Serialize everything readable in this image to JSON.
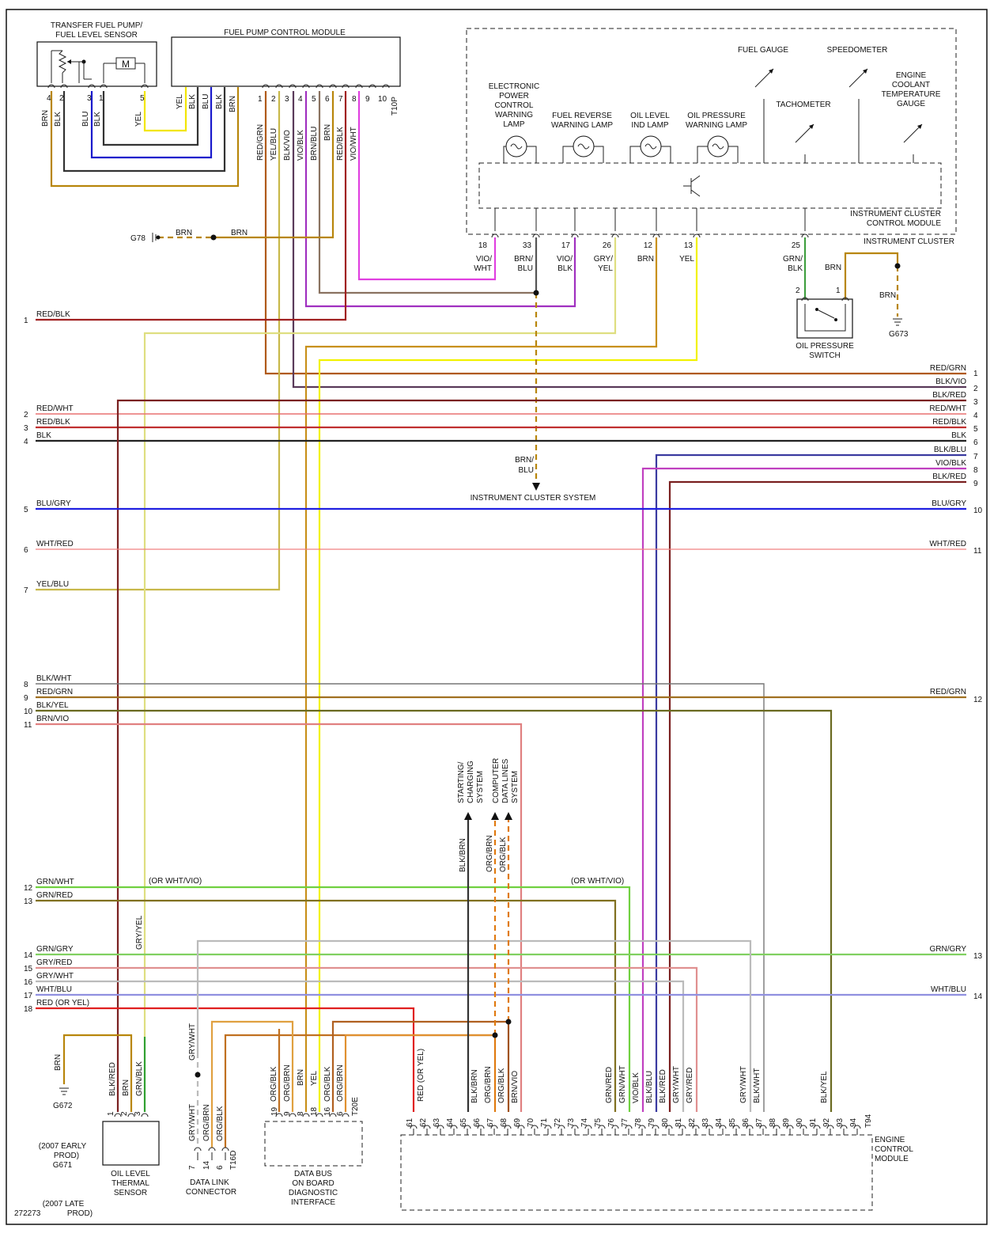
{
  "diagram_id": "272273",
  "components": {
    "transfer_pump": {
      "title1": "TRANSFER FUEL PUMP/",
      "title2": "FUEL LEVEL SENSOR",
      "motor": "M",
      "pins": [
        "4",
        "2",
        "3",
        "1",
        "5"
      ],
      "colors": [
        "BRN",
        "BLK",
        "BLU",
        "BLK",
        "YEL"
      ]
    },
    "fpcm": {
      "title": "FUEL PUMP CONTROL MODULE",
      "pins": [
        "1",
        "2",
        "3",
        "4",
        "5",
        "6",
        "7",
        "8",
        "9",
        "10"
      ],
      "conn": "T10P",
      "colors": [
        "RED/GRN",
        "YEL/BLU",
        "BLK/VIO",
        "VIO/BLK",
        "BRN/BLU",
        "BRN",
        "RED/BLK",
        "VIO/WHT"
      ],
      "inner_colors": [
        "YEL",
        "BLK",
        "BLU",
        "BLK",
        "BRN"
      ]
    },
    "cluster": {
      "title": "INSTRUMENT CLUSTER",
      "module1": "INSTRUMENT CLUSTER",
      "module2": "CONTROL MODULE",
      "lamps": [
        [
          "ELECTRONIC",
          "POWER",
          "CONTROL",
          "WARNING",
          "LAMP"
        ],
        [
          "FUEL REVERSE",
          "WARNING LAMP"
        ],
        [
          "OIL LEVEL",
          "IND LAMP"
        ],
        [
          "OIL PRESSURE",
          "WARNING LAMP"
        ]
      ],
      "gauges": {
        "fuel": "FUEL GAUGE",
        "speed": "SPEEDOMETER",
        "tach": "TACHOMETER",
        "coolant": [
          "ENGINE",
          "COOLANT",
          "TEMPERATURE",
          "GAUGE"
        ]
      },
      "pins": [
        {
          "n": "18",
          "c1": "VIO/",
          "c2": "WHT"
        },
        {
          "n": "33",
          "c1": "BRN/",
          "c2": "BLU"
        },
        {
          "n": "17",
          "c1": "VIO/",
          "c2": "BLK"
        },
        {
          "n": "26",
          "c1": "GRY/",
          "c2": "YEL"
        },
        {
          "n": "12",
          "c1": "BRN",
          "c2": ""
        },
        {
          "n": "13",
          "c1": "YEL",
          "c2": ""
        },
        {
          "n": "25",
          "c1": "GRN/",
          "c2": "BLK"
        }
      ]
    },
    "oil_switch": {
      "title1": "OIL PRESSURE",
      "title2": "SWITCH",
      "pin2": "2",
      "pin1": "1",
      "wire": "BRN",
      "wire2": "BRN",
      "ground": "G673"
    },
    "g78": {
      "label": "G78",
      "wire": "BRN",
      "wire2": "BRN"
    },
    "ic_system": {
      "wire1": "BRN/",
      "wire2": "BLU",
      "label": "INSTRUMENT CLUSTER SYSTEM"
    },
    "arrows": {
      "starting": [
        "STARTING/",
        "CHARGING",
        "SYSTEM"
      ],
      "computer": [
        "COMPUTER",
        "DATA LINES",
        "SYSTEM"
      ],
      "colors": [
        "BLK/BRN",
        "ORG/BRN",
        "ORG/BLK"
      ]
    },
    "oil_sensor": {
      "title": [
        "OIL LEVEL",
        "THERMAL",
        "SENSOR"
      ],
      "pins": [
        "1",
        "2",
        "3"
      ],
      "colors": [
        "BLK/RED",
        "BRN",
        "GRN/BLK"
      ],
      "ground": "G672",
      "ground_wire": "BRN",
      "note1": [
        "(2007 EARLY",
        "PROD)",
        "G671"
      ],
      "note2": [
        "(2007 LATE",
        "PROD)"
      ]
    },
    "dlc": {
      "title": [
        "DATA LINK",
        "CONNECTOR"
      ],
      "pins": [
        "7",
        "14",
        "6"
      ],
      "conn": "T16D",
      "colors": [
        "GRY/WHT",
        "ORG/BRN",
        "ORG/BLK"
      ],
      "top_color": "GRY/WHT"
    },
    "obd": {
      "title": [
        "DATA BUS",
        "ON BOARD",
        "DIAGNOSTIC",
        "INTERFACE"
      ],
      "pins": [
        "19",
        "9",
        "8",
        "18",
        "16",
        "6"
      ],
      "conn": "T20E",
      "colors": [
        "ORG/BLK",
        "ORG/BRN",
        "BRN",
        "YEL",
        "ORG/BLK",
        "ORG/BRN"
      ]
    },
    "ecm": {
      "title": [
        "ENGINE",
        "CONTROL",
        "MODULE"
      ],
      "conn": "T94",
      "pins": [
        "61",
        "62",
        "63",
        "64",
        "65",
        "66",
        "67",
        "68",
        "69",
        "70",
        "71",
        "72",
        "73",
        "74",
        "75",
        "76",
        "77",
        "78",
        "79",
        "80",
        "81",
        "82",
        "83",
        "84",
        "85",
        "86",
        "87",
        "88",
        "89",
        "90",
        "91",
        "92",
        "93",
        "94"
      ],
      "wire_labels": [
        {
          "pin": "62",
          "text": "RED  (OR YEL)"
        },
        {
          "pin": "66",
          "text": "BLK/BRN"
        },
        {
          "pin": "67",
          "text": "ORG/BRN"
        },
        {
          "pin": "68",
          "text": "ORG/BLK"
        },
        {
          "pin": "69",
          "text": "BRN/VIO"
        },
        {
          "pin": "76",
          "text": "GRN/RED"
        },
        {
          "pin": "77",
          "text": "GRN/WHT"
        },
        {
          "pin": "78",
          "text": "VIO/BLK"
        },
        {
          "pin": "79",
          "text": "BLK/BLU"
        },
        {
          "pin": "80",
          "text": "BLK/RED"
        },
        {
          "pin": "81",
          "text": "GRY/WHT"
        },
        {
          "pin": "82",
          "text": "GRY/RED"
        },
        {
          "pin": "86",
          "text": "GRY/WHT"
        },
        {
          "pin": "87",
          "text": "BLK/WHT"
        },
        {
          "pin": "92",
          "text": "BLK/YEL"
        }
      ]
    }
  },
  "left_lines": [
    {
      "n": "1",
      "label": "RED/BLK"
    },
    {
      "n": "2",
      "label": "RED/WHT"
    },
    {
      "n": "3",
      "label": "RED/BLK"
    },
    {
      "n": "4",
      "label": "BLK"
    },
    {
      "n": "5",
      "label": "BLU/GRY"
    },
    {
      "n": "6",
      "label": "WHT/RED"
    },
    {
      "n": "7",
      "label": "YEL/BLU"
    },
    {
      "n": "8",
      "label": "BLK/WHT"
    },
    {
      "n": "9",
      "label": "RED/GRN"
    },
    {
      "n": "10",
      "label": "BLK/YEL"
    },
    {
      "n": "11",
      "label": "BRN/VIO"
    },
    {
      "n": "12",
      "label": "GRN/WHT"
    },
    {
      "n": "13",
      "label": "GRN/RED"
    },
    {
      "n": "14",
      "label": "GRN/GRY"
    },
    {
      "n": "15",
      "label": "GRY/RED"
    },
    {
      "n": "16",
      "label": "GRY/WHT"
    },
    {
      "n": "17",
      "label": "WHT/BLU"
    },
    {
      "n": "18",
      "label": "RED   (OR YEL)"
    }
  ],
  "right_lines": [
    {
      "n": "1",
      "label": "RED/GRN"
    },
    {
      "n": "2",
      "label": "BLK/VIO"
    },
    {
      "n": "3",
      "label": "BLK/RED"
    },
    {
      "n": "4",
      "label": "RED/WHT"
    },
    {
      "n": "5",
      "label": "RED/BLK"
    },
    {
      "n": "6",
      "label": "BLK"
    },
    {
      "n": "7",
      "label": "BLK/BLU"
    },
    {
      "n": "8",
      "label": "VIO/BLK"
    },
    {
      "n": "9",
      "label": "BLK/RED"
    },
    {
      "n": "10",
      "label": "BLU/GRY"
    },
    {
      "n": "11",
      "label": "WHT/RED"
    },
    {
      "n": "12",
      "label": "RED/GRN"
    },
    {
      "n": "13",
      "label": "GRN/GRY"
    },
    {
      "n": "14",
      "label": "WHT/BLU"
    }
  ],
  "notes": {
    "or_wht_vio": "(OR WHT/VIO)",
    "or_wht_vio2": "(OR WHT/VIO)",
    "gry_yel": "GRY/YEL"
  }
}
